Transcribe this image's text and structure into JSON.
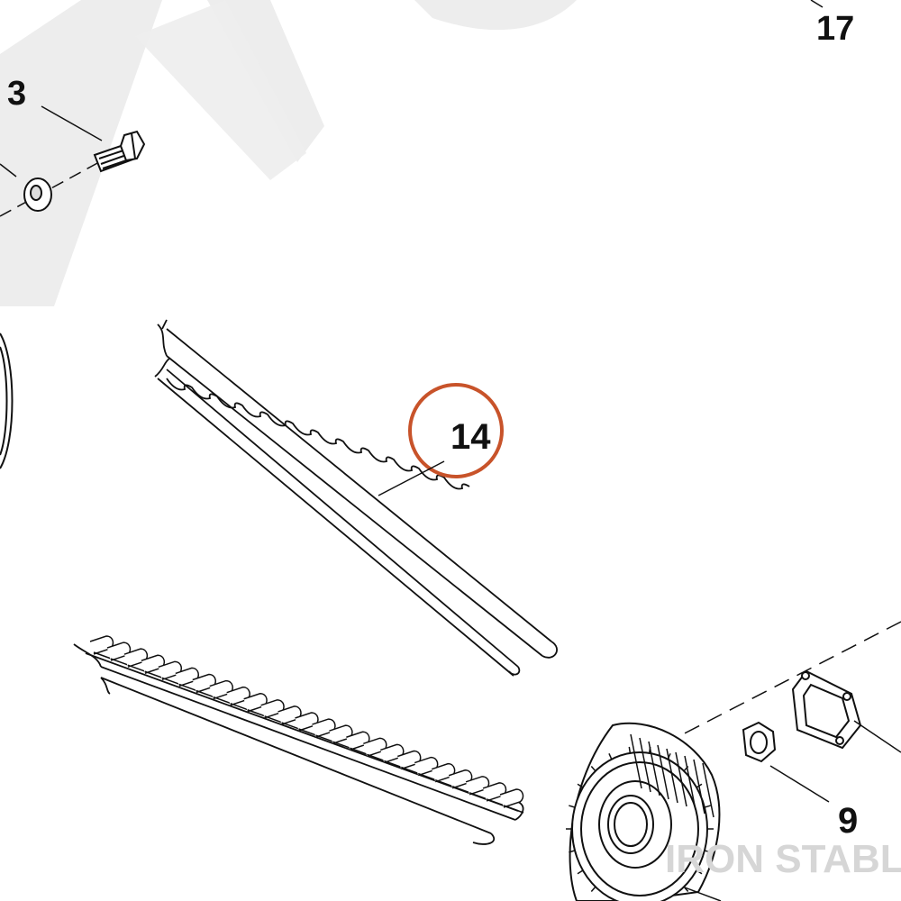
{
  "callouts": [
    {
      "id": "3",
      "label": "3"
    },
    {
      "id": "17",
      "label": "17"
    },
    {
      "id": "14",
      "label": "14"
    },
    {
      "id": "9",
      "label": "9"
    }
  ],
  "highlighted_callout": "14",
  "watermark": {
    "text": "IRON STABLE"
  },
  "colors": {
    "line": "#111111",
    "highlight_ring": "#c8532a",
    "watermark_fill": "#ededed",
    "watermark_text": "#d6d6d6"
  }
}
